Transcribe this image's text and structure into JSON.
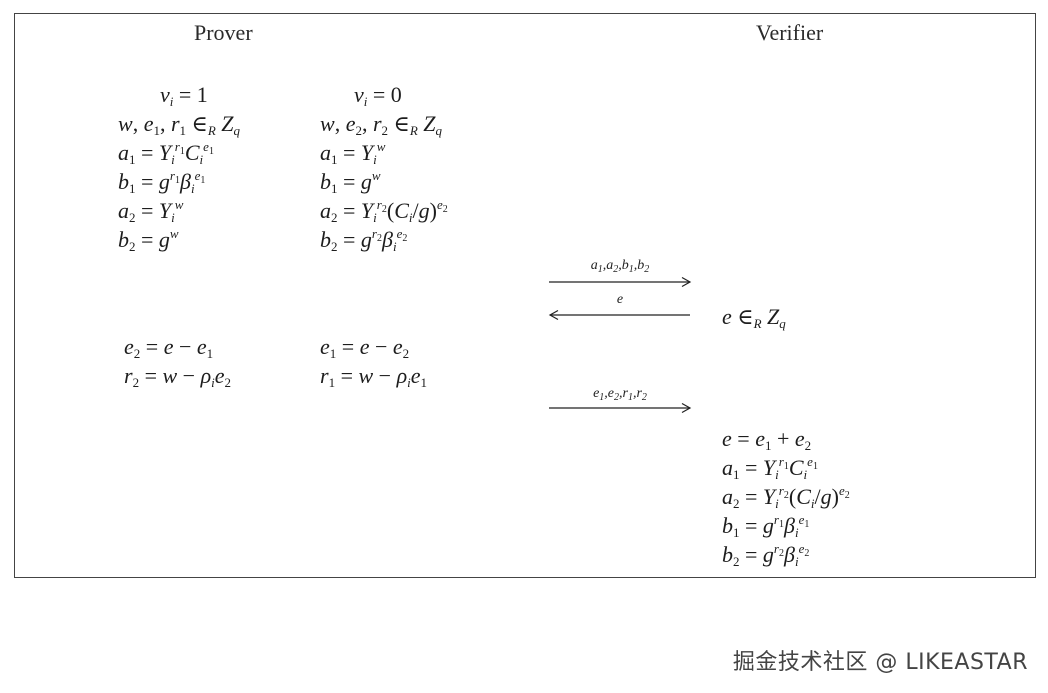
{
  "headings": {
    "prover": "Prover",
    "verifier": "Verifier"
  },
  "arrows": {
    "commit_label": "a1,a2,b1,b2",
    "challenge_label": "e",
    "response_label": "e1,e2,r1,r2"
  },
  "watermark": "掘金技术社区 @ LIKEASTAR"
}
